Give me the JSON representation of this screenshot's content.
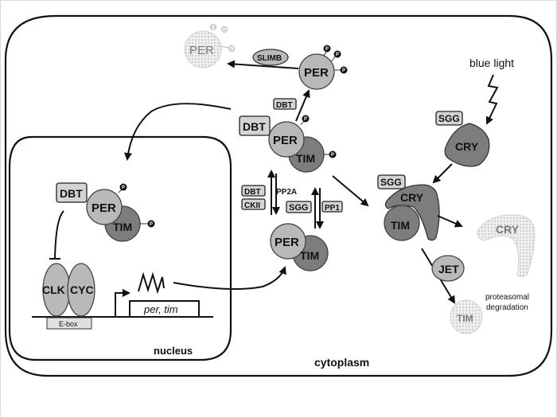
{
  "diagram": {
    "compartments": {
      "cytoplasm": "cytoplasm",
      "nucleus": "nucleus"
    },
    "proteins": {
      "per": "PER",
      "tim": "TIM",
      "cry": "CRY",
      "clk": "CLK",
      "cyc": "CYC",
      "jet": "JET",
      "slimb": "SLIMB"
    },
    "kinases_phosphatases": {
      "dbt": "DBT",
      "ckii": "CKII",
      "sgg": "SGG",
      "pp2a": "PP2A",
      "pp1": "PP1"
    },
    "phosphate_tag": "P",
    "gene": {
      "promoter": "E-box",
      "genes": "per, tim"
    },
    "stimulus": "blue light",
    "degradation_label": [
      "proteasomal",
      "degradation"
    ],
    "colors": {
      "per_fill": "#b9b9b9",
      "tim_fill": "#7d7d7d",
      "cry_fill": "#7d7d7d",
      "kinase_box_fill": "#d4d4d4",
      "degraded_fill": "#e4e4e4"
    }
  }
}
